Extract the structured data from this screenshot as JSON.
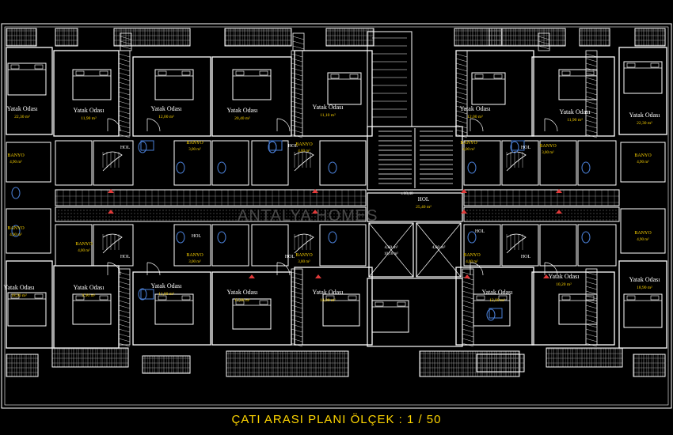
{
  "title": "ÇATI ARASI PLANI ÖLÇEK : 1 / 50",
  "watermark": "ANTALYA HOMES",
  "colors": {
    "wall": "#ffffff",
    "hatch": "#bdbdbd",
    "text_primary": "#ffffff",
    "text_area": "#ffd600",
    "fixture": "#4a7fd6",
    "door_marker": "#e03a3a",
    "caption": "#ffd600"
  },
  "room_labels": {
    "yatak_odasi": "Yatak Odası",
    "banyo": "BANYO",
    "hol": "HOL"
  },
  "rooms": [
    {
      "name": "Yatak Odası",
      "area": "22,30 m²"
    },
    {
      "name": "Yatak Odası",
      "area": "11,90 m²"
    },
    {
      "name": "Yatak Odası",
      "area": "12,00 m²"
    },
    {
      "name": "Yatak Odası",
      "area": "20,40 m²"
    },
    {
      "name": "Yatak Odası",
      "area": "11,10 m²"
    },
    {
      "name": "Yatak Odası",
      "area": "12,00 m²"
    },
    {
      "name": "Yatak Odası",
      "area": "11,90 m²"
    },
    {
      "name": "Yatak Odası",
      "area": "22,30 m²"
    },
    {
      "name": "Yatak Odası",
      "area": "18,90 m²"
    },
    {
      "name": "Yatak Odası",
      "area": "9,90 m²"
    },
    {
      "name": "Yatak Odası",
      "area": "11,00 m²"
    },
    {
      "name": "Yatak Odası",
      "area": "12,00 m²"
    },
    {
      "name": "Yatak Odası",
      "area": "14,00 m²"
    },
    {
      "name": "Yatak Odası",
      "area": "12,00 m²"
    },
    {
      "name": "Yatak Odası",
      "area": "10,20 m²"
    },
    {
      "name": "Yatak Odası",
      "area": "18,90 m²"
    }
  ],
  "baths": [
    {
      "name": "BANYO",
      "area": "4,90 m²"
    },
    {
      "name": "BANYO",
      "area": "3,00 m²"
    },
    {
      "name": "BANYO",
      "area": "4,00 m²"
    },
    {
      "name": "BANYO",
      "area": "4,00 m²"
    },
    {
      "name": "BANYO",
      "area": "3,00 m²"
    },
    {
      "name": "BANYO",
      "area": "4,90 m²"
    },
    {
      "name": "BANYO",
      "area": "4,90 m²"
    },
    {
      "name": "BANYO",
      "area": "4,00 m²"
    },
    {
      "name": "BANYO",
      "area": "3,00 m²"
    },
    {
      "name": "BANYO",
      "area": "3,00 m²"
    },
    {
      "name": "BANYO",
      "area": "4,00 m²"
    },
    {
      "name": "BANYO",
      "area": "4,90 m²"
    }
  ],
  "halls": [
    {
      "name": "HOL"
    },
    {
      "name": "HOL"
    },
    {
      "name": "HOL"
    },
    {
      "name": "HOL"
    },
    {
      "name": "HOL"
    },
    {
      "name": "HOL"
    },
    {
      "name": "HOL"
    },
    {
      "name": "HOL"
    }
  ],
  "core": {
    "hol_label": "HOL",
    "hol_area": "25,40 m²",
    "elevation": "±18,40",
    "shaft_left_area": "4,60 m²",
    "shaft_left_sub": "10,16 m²",
    "shaft_right_area": "4,60 m²"
  }
}
